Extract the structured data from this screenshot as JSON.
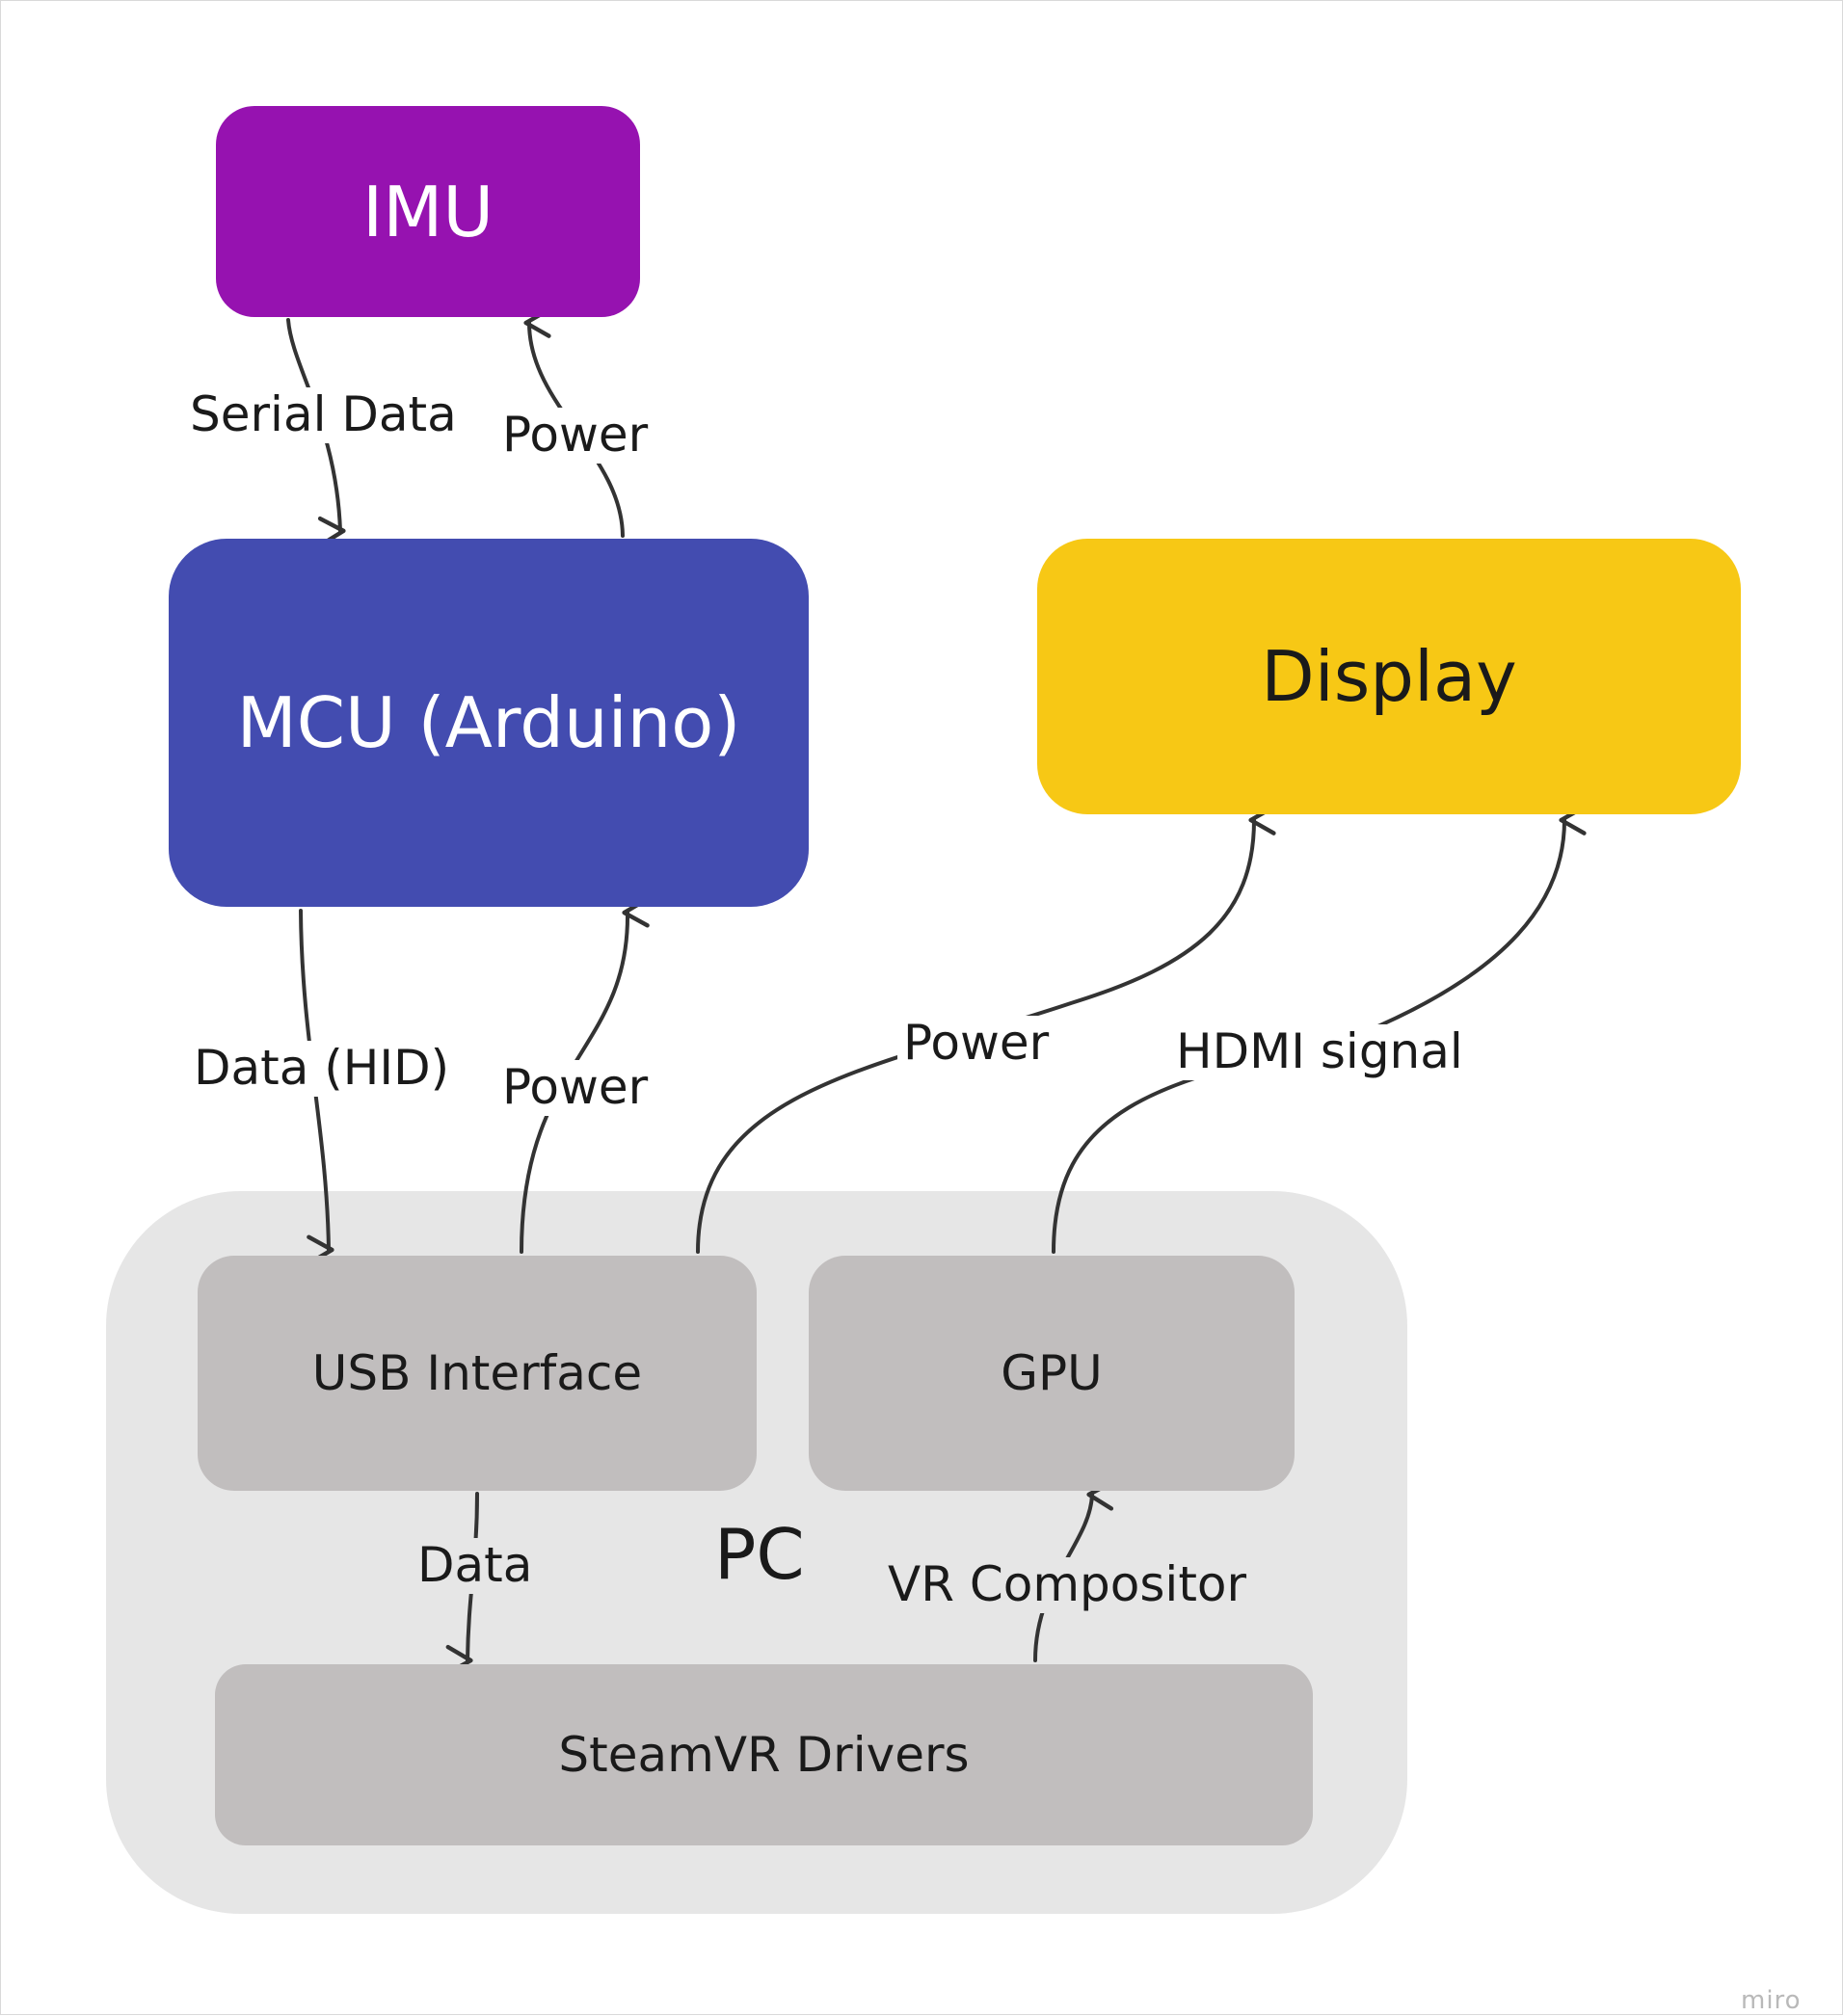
{
  "nodes": {
    "imu": {
      "label": "IMU",
      "color": "#9612b0"
    },
    "mcu": {
      "label": "MCU (Arduino)",
      "color": "#434cb0"
    },
    "display": {
      "label": "Display",
      "color": "#f7c815"
    },
    "pc": {
      "label": "PC",
      "color": "#e6e6e6"
    },
    "usb_interface": {
      "label": "USB Interface",
      "color": "#c1bebe"
    },
    "gpu": {
      "label": "GPU",
      "color": "#c1bebe"
    },
    "steamvr_drivers": {
      "label": "SteamVR Drivers",
      "color": "#c1bebe"
    }
  },
  "edges": [
    {
      "from": "IMU",
      "to": "MCU (Arduino)",
      "label": "Serial Data"
    },
    {
      "from": "MCU (Arduino)",
      "to": "IMU",
      "label": "Power"
    },
    {
      "from": "MCU (Arduino)",
      "to": "USB Interface",
      "label": "Data (HID)"
    },
    {
      "from": "USB Interface",
      "to": "MCU (Arduino)",
      "label": "Power"
    },
    {
      "from": "USB Interface",
      "to": "Display",
      "label": "Power"
    },
    {
      "from": "GPU",
      "to": "Display",
      "label": "HDMI signal"
    },
    {
      "from": "USB Interface",
      "to": "SteamVR Drivers",
      "label": "Data"
    },
    {
      "from": "SteamVR Drivers",
      "to": "GPU",
      "label": "VR Compositor"
    }
  ],
  "watermark": "miro",
  "colors": {
    "line": "#333333",
    "background": "#ffffff"
  }
}
